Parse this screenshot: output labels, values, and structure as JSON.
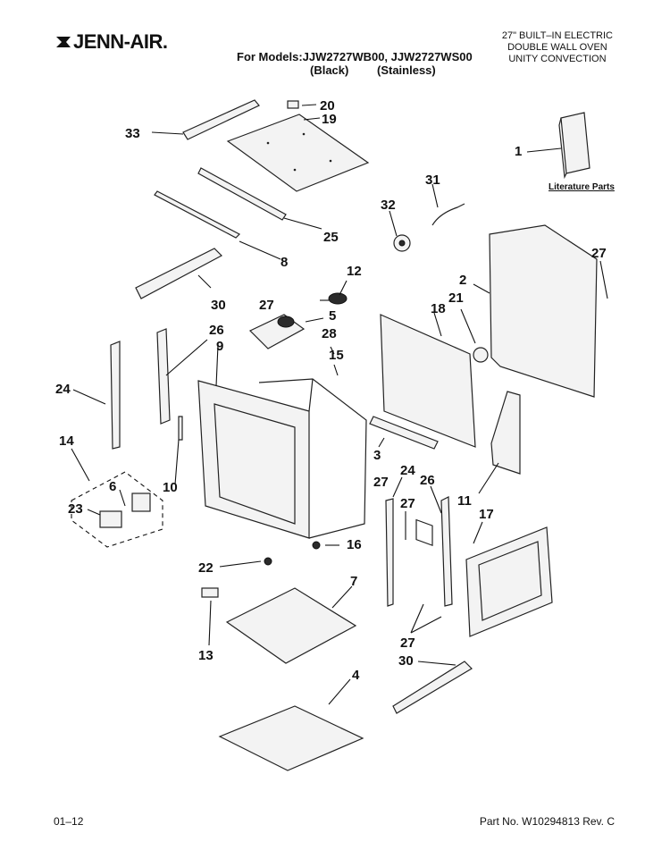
{
  "header": {
    "brand": "JENN-AIR.",
    "models_line": "For Models:JJW2727WB00, JJW2727WS00",
    "color_black": "(Black)",
    "color_stainless": "(Stainless)",
    "title_line1": "27\" BUILT–IN ELECTRIC",
    "title_line2": "DOUBLE WALL OVEN",
    "title_line3": "UNITY CONVECTION"
  },
  "literature_label": "Literature Parts",
  "callouts": {
    "c1": "1",
    "c2": "2",
    "c3": "3",
    "c4": "4",
    "c5": "5",
    "c6": "6",
    "c7": "7",
    "c8": "8",
    "c9": "9",
    "c10": "10",
    "c11": "11",
    "c12": "12",
    "c13": "13",
    "c14": "14",
    "c15": "15",
    "c16": "16",
    "c17": "17",
    "c18": "18",
    "c19": "19",
    "c20": "20",
    "c21": "21",
    "c22": "22",
    "c23": "23",
    "c24a": "24",
    "c24b": "24",
    "c25": "25",
    "c26a": "26",
    "c26b": "26",
    "c27a": "27",
    "c27b": "27",
    "c27c": "27",
    "c27d": "27",
    "c27e": "27",
    "c28": "28",
    "c30a": "30",
    "c30b": "30",
    "c31": "31",
    "c32": "32",
    "c33": "33"
  },
  "footer": {
    "date": "01–12",
    "part_no": "Part No. W10294813 Rev. C"
  }
}
